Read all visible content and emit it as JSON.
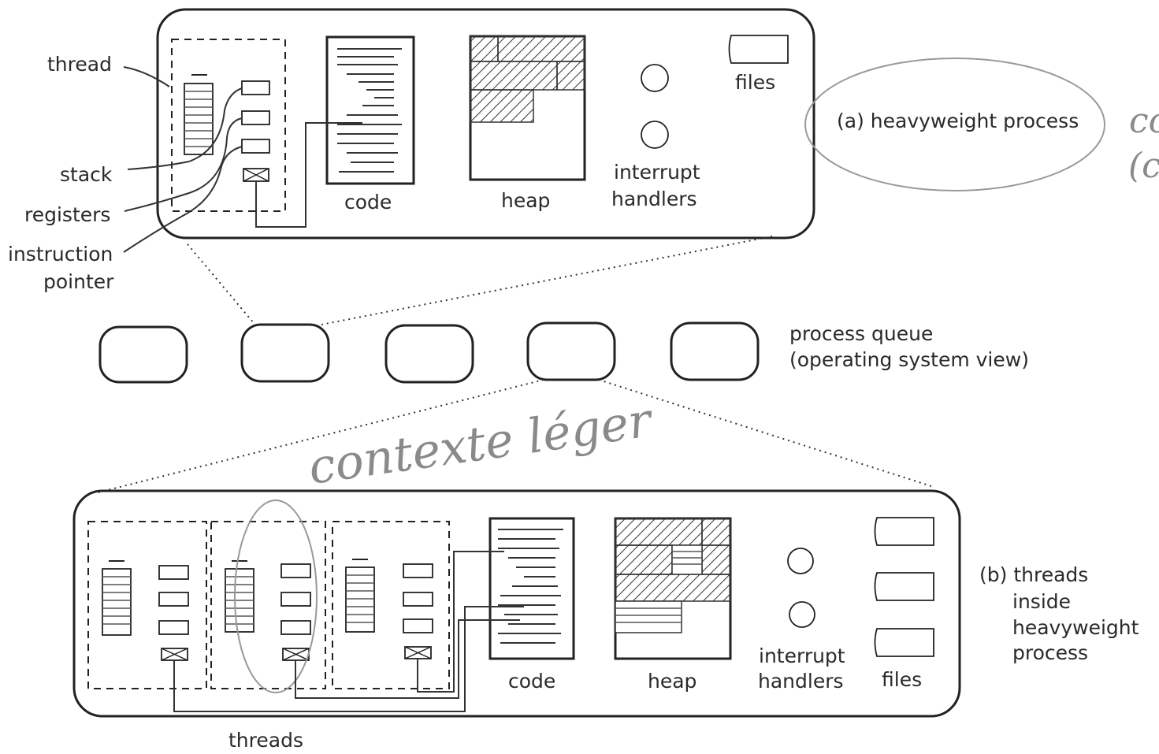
{
  "top_process": {
    "labels": {
      "thread": "thread",
      "stack": "stack",
      "registers": "registers",
      "instruction_1": "instruction",
      "instruction_2": "pointer",
      "code": "code",
      "heap": "heap",
      "interrupt_1": "interrupt",
      "interrupt_2": "handlers",
      "files": "files"
    },
    "caption": "(a) heavyweight process"
  },
  "queue": {
    "caption_1": "process queue",
    "caption_2": "(operating system view)"
  },
  "bottom_process": {
    "labels": {
      "code": "code",
      "heap": "heap",
      "interrupt_1": "interrupt",
      "interrupt_2": "handlers",
      "files": "files",
      "threads": "threads"
    },
    "caption": [
      "(b) threads",
      "inside",
      "heavyweight",
      "process"
    ]
  },
  "annotations": {
    "handwritten_center": "contexte léger",
    "handwritten_right_1": "co",
    "handwritten_right_2": "(c"
  }
}
